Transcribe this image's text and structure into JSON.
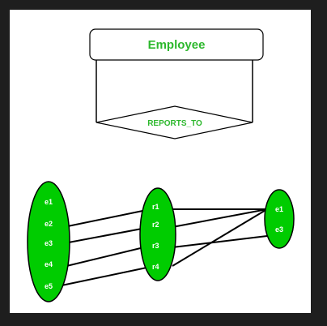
{
  "colors": {
    "background": "#1e1e1e",
    "canvas": "#ffffff",
    "accent_green": "#00cc00",
    "entity_text": "#2db82d",
    "stroke": "#000000"
  },
  "entity": {
    "label": "Employee"
  },
  "relationship": {
    "label": "REPORTS_TO"
  },
  "sets": {
    "left": [
      "e1",
      "e2",
      "e3",
      "e4",
      "e5"
    ],
    "middle": [
      "r1",
      "r2",
      "r3",
      "r4"
    ],
    "right": [
      "e1",
      "e3"
    ]
  },
  "mappings": {
    "left_to_middle": [
      [
        "e2",
        "r1"
      ],
      [
        "e3",
        "r2"
      ],
      [
        "e4",
        "r3"
      ],
      [
        "e5",
        "r4"
      ]
    ],
    "middle_to_right": [
      [
        "r1",
        "e1"
      ],
      [
        "r2",
        "e1"
      ],
      [
        "r3",
        "e3"
      ],
      [
        "r4",
        "e1"
      ]
    ]
  }
}
